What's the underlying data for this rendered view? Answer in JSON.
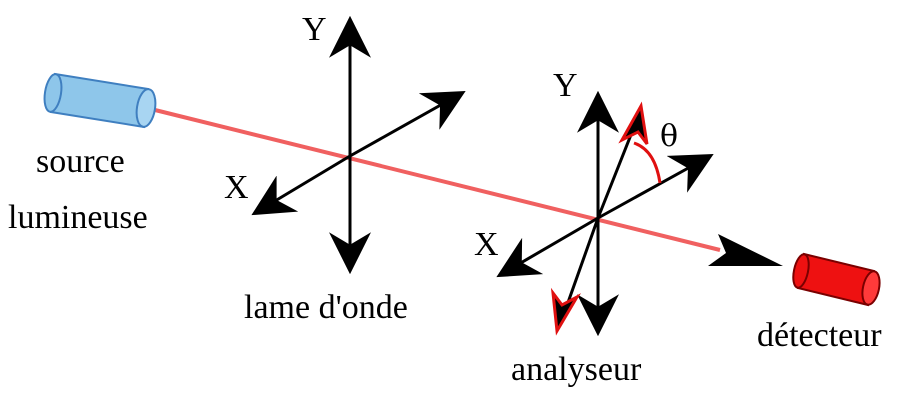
{
  "labels": {
    "source_line1": "source",
    "source_line2": "lumineuse",
    "waveplate": "lame d'onde",
    "analyzer": "analyseur",
    "detector": "détecteur",
    "axis_x_waveplate": "X",
    "axis_y_waveplate": "Y",
    "axis_x_analyzer": "X",
    "axis_y_analyzer": "Y",
    "angle": "θ"
  },
  "colors": {
    "beam": "#f06060",
    "source_fill": "#8ec6ea",
    "source_stroke": "#3f7fc0",
    "detector_fill": "#ee1111",
    "detector_stroke": "#7a0000",
    "axis": "#000000",
    "analyzer_direction": "#e01010",
    "angle_arc": "#e01010"
  }
}
